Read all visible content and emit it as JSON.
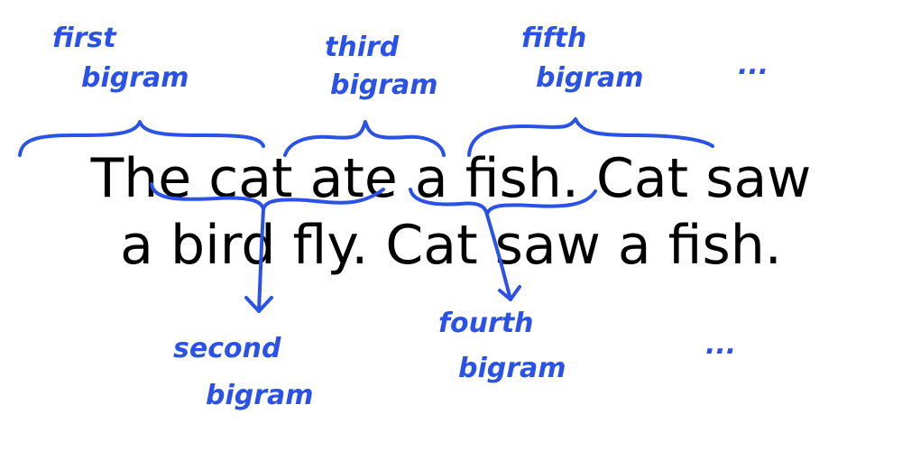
{
  "text": {
    "line1": "The cat ate a fish. Cat saw",
    "line2": "a bird fly. Cat saw a fish."
  },
  "annotations": {
    "first": [
      "first",
      "bigram"
    ],
    "second": [
      "second",
      "bigram"
    ],
    "third": [
      "third",
      "bigram"
    ],
    "fourth": [
      "fourth",
      "bigram"
    ],
    "fifth": [
      "fifth",
      "bigram"
    ],
    "ellipsis_top": "...",
    "ellipsis_bottom": "..."
  },
  "colors": {
    "ink": "#000000",
    "annotation": "#2a52e8"
  }
}
